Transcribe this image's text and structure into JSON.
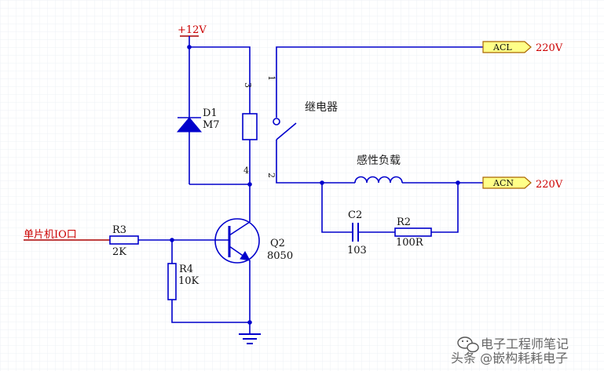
{
  "colors": {
    "wire": "#0000cc",
    "red_text": "#cc0000",
    "port_fill": "#ffff88",
    "grid": "#eef0f5"
  },
  "power": {
    "vcc_label": "+12V"
  },
  "diode": {
    "designator": "D1",
    "value": "M7"
  },
  "relay": {
    "title": "继电器",
    "coil_pins": {
      "top": "3",
      "bottom": "4"
    },
    "contact_pins": {
      "top": "1",
      "bottom": "2"
    }
  },
  "input": {
    "label": "单片机IO口"
  },
  "r3": {
    "designator": "R3",
    "value": "2K"
  },
  "r4": {
    "designator": "R4",
    "value": "10K"
  },
  "q2": {
    "designator": "Q2",
    "value": "8050"
  },
  "load": {
    "label": "感性负载"
  },
  "c2": {
    "designator": "C2",
    "value": "103"
  },
  "r2": {
    "designator": "R2",
    "value": "100R"
  },
  "ports": [
    {
      "name": "ACL",
      "voltage": "220V"
    },
    {
      "name": "ACN",
      "voltage": "220V"
    }
  ],
  "watermark": {
    "line1": "电子工程师笔记",
    "line2": "头条 @嵌构耗耗电子",
    "icon": "wechat-icon"
  }
}
